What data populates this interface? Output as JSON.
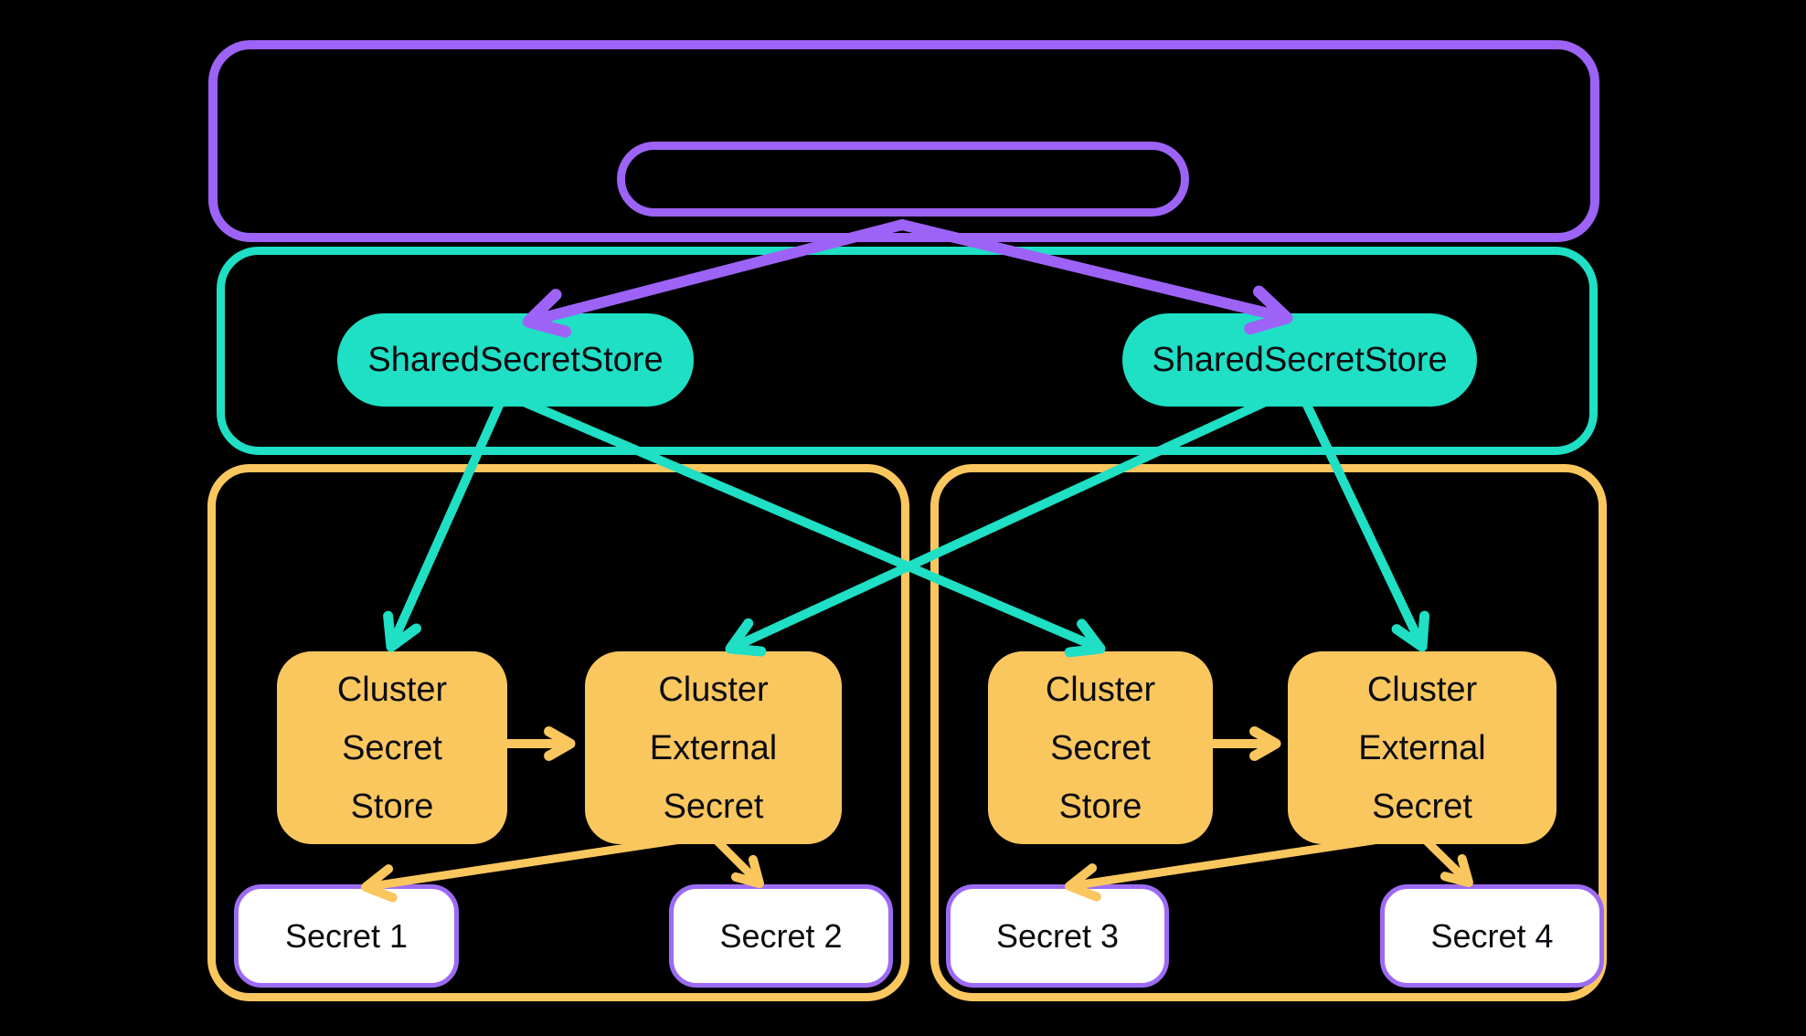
{
  "diagram": {
    "colors": {
      "purple": "#9D63F7",
      "teal": "#1FDFC5",
      "yellow": "#FAC75F",
      "pill_fill": "#FFFFFF",
      "text": "#0B0B10",
      "background": "#000000",
      "secret_border": "#9D6BF3"
    },
    "shared_secret_stores": [
      {
        "label": "SharedSecretStore"
      },
      {
        "label": "SharedSecretStore"
      }
    ],
    "clusters": [
      {
        "secret_store_label": "Cluster\nSecret\nStore",
        "external_secret_label": "Cluster\nExternal\nSecret",
        "secrets": [
          {
            "label": "Secret 1"
          },
          {
            "label": "Secret 2"
          }
        ]
      },
      {
        "secret_store_label": "Cluster\nSecret\nStore",
        "external_secret_label": "Cluster\nExternal\nSecret",
        "secrets": [
          {
            "label": "Secret 3"
          },
          {
            "label": "Secret 4"
          }
        ]
      }
    ]
  }
}
